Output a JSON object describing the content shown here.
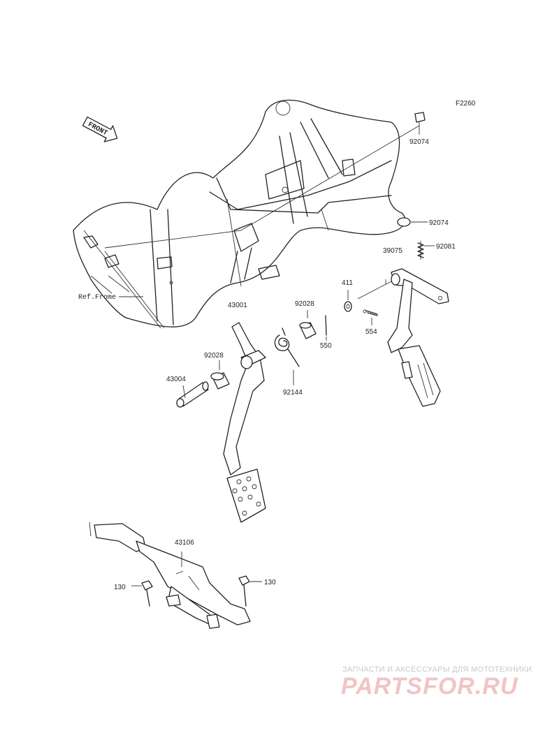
{
  "diagram": {
    "code": "F2260",
    "front_arrow": "FRONT",
    "ref_frame": "Ref.Frome",
    "labels": {
      "p92074a": "92074",
      "p92074b": "92074",
      "p92081": "92081",
      "p39075": "39075",
      "p411": "411",
      "p554": "554",
      "p43001": "43001",
      "p92028a": "92028",
      "p550": "550",
      "p92028b": "92028",
      "p43004": "43004",
      "p92144": "92144",
      "p43106": "43106",
      "p130a": "130",
      "p130b": "130"
    }
  },
  "watermark": {
    "line1": "ЗАПЧАСТИ И АКСЕССУАРЫ ДЛЯ МОТОТЕХНИКИ",
    "line2": "PARTSFOR.RU"
  },
  "colors": {
    "ink": "#222222",
    "watermark_red": "#f2c4c4",
    "watermark_gray": "#c9c9c9"
  }
}
